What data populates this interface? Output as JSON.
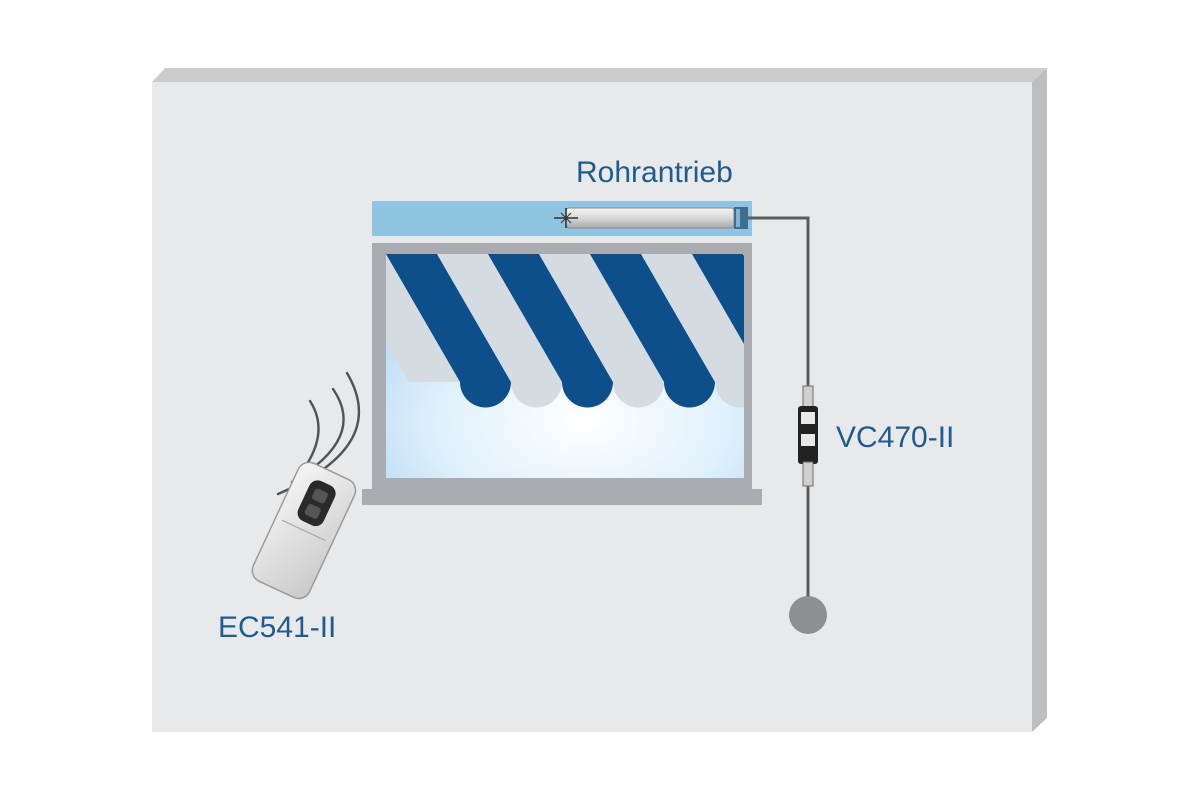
{
  "labels": {
    "motor": "Rohrantrieb",
    "receiver": "VC470-II",
    "remote": "EC541-II"
  },
  "colors": {
    "wall_face": "#e8e9eb",
    "wall_top": "#cbccce",
    "wall_side": "#bdbec0",
    "motor_box": "#8fc4e2",
    "stripe_dark": "#0d4f8b",
    "stripe_light": "#d4dbe1",
    "sky_light": "#f2f9ff",
    "sky_blue": "#b9dcf4",
    "frame": "#a9acb0",
    "cable": "#5b5d60",
    "label_text": "#1f5b8f"
  },
  "icons": [
    "radio-wave-icon",
    "remote-control-icon",
    "tubular-motor-icon",
    "cable-plug-icon"
  ]
}
